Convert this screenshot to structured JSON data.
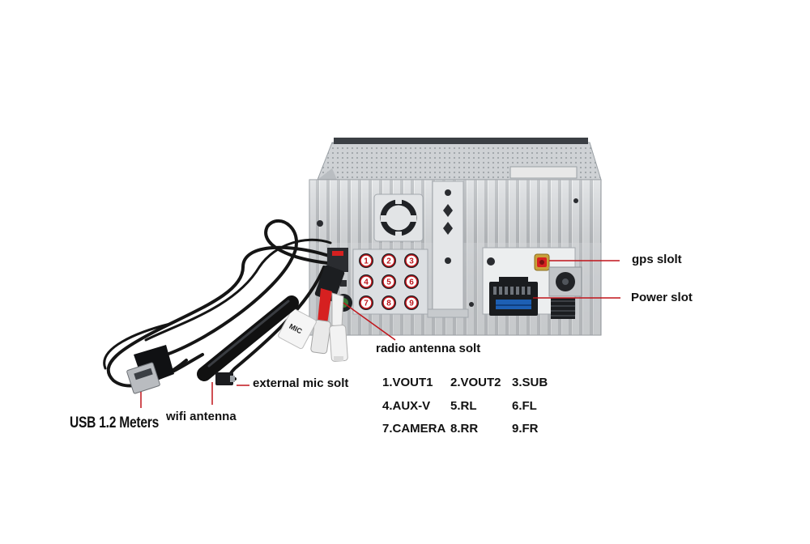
{
  "labels": {
    "gps": "gps slolt",
    "power": "Power slot",
    "radio": "radio antenna solt",
    "mic": "external mic solt",
    "wifi": "wifi antenna",
    "usb": "USB 1.2 Meters",
    "mic_tag": "MIC"
  },
  "rca_pins": [
    "1",
    "2",
    "3",
    "4",
    "5",
    "6",
    "7",
    "8",
    "9"
  ],
  "legend": [
    "1.VOUT1",
    "2.VOUT2",
    "3.SUB",
    "4.AUX-V",
    "5.RL",
    "6.FL",
    "7.CAMERA",
    "8.RR",
    "9.FR"
  ],
  "colors": {
    "leader_line": "#c0141a",
    "chassis": "#d4d6d8",
    "cable": "#151515",
    "connector_blue": "#1d5fb4",
    "rca_red": "#d62020"
  }
}
